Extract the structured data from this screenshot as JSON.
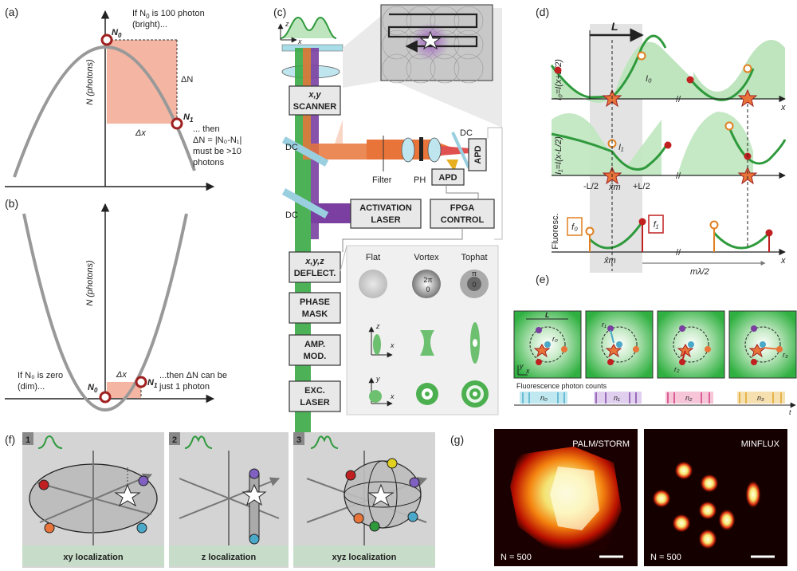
{
  "colors": {
    "green": "#2e9a3c",
    "lightgreen": "#bfe5bf",
    "red": "#b02020",
    "salmon": "#f3b8a8",
    "purple": "#7a3fa0",
    "orange": "#e8743a",
    "cyan": "#4aa8c8"
  },
  "panel_a": {
    "tag": "(a)",
    "ylabel": "N (photons)",
    "n0": "N",
    "n0sub": "0",
    "n1": "N",
    "n1sub": "1",
    "dN": "ΔN",
    "dx": "Δx",
    "note1": [
      "If N",
      "0",
      " is 100 photon"
    ],
    "note1b": "(bright)...",
    "note2a": "... then",
    "note2b": "ΔN = |N₀-N₁|",
    "note2c": "must be >10",
    "note2d": "photons"
  },
  "panel_b": {
    "tag": "(b)",
    "ylabel": "N (photons)",
    "n0": "N",
    "n0sub": "0",
    "n1": "N",
    "n1sub": "1",
    "dx": "Δx",
    "note1a": "If N₀ is zero",
    "note1b": "(dim)...",
    "note2a": "...then ΔN can be",
    "note2b": "just 1 photon"
  },
  "panel_c": {
    "tag": "(c)",
    "z": "z",
    "x": "x",
    "scanner": [
      "x,y",
      "SCANNER"
    ],
    "dc1": "DC",
    "dc2": "DC",
    "dc3": "DC",
    "filter": "Filter",
    "ph": "PH",
    "apd1": "APD",
    "apd2": "APD",
    "activation": [
      "ACTIVATION",
      "LASER"
    ],
    "fpga": [
      "FPGA",
      "CONTROL"
    ],
    "deflect": [
      "x,y,z",
      "DEFLECT."
    ],
    "phase": [
      "PHASE",
      "MASK"
    ],
    "amp": [
      "AMP.",
      "MOD."
    ],
    "exc": [
      "EXC.",
      "LASER"
    ],
    "flat": "Flat",
    "vortex": "Vortex",
    "tophat": "Tophat",
    "twopi": "2π",
    "zero1": "0",
    "pi": "π",
    "zero2": "0",
    "zlab": "z",
    "xlab": "x",
    "ylab": "y",
    "xlab2": "x"
  },
  "panel_d": {
    "tag": "(d)",
    "L": "L",
    "i0": "I₀",
    "i1": "I₁",
    "y0": "I₀=I(x+L/2)",
    "y1": "I₁=I(x-L/2)",
    "ylab3": "Fluoresc.",
    "x": "x",
    "mL": "-L/2",
    "pL": "+L/2",
    "xm": "x̂m",
    "xm2": "x̂m",
    "f0": "f₀",
    "f1": "f₁",
    "ml": "mλ/2"
  },
  "panel_e": {
    "tag": "(e)",
    "L": "L",
    "r0": "r₀",
    "r1": "r₁",
    "r2": "r₂",
    "r3": "r₃",
    "y": "y",
    "x": "x",
    "counts": "Fluorescence photon counts",
    "n0": "n₀",
    "n1": "n₁",
    "n2": "n₂",
    "n3": "n₃",
    "t": "t"
  },
  "panel_f": {
    "tag": "(f)",
    "s1": "1",
    "s2": "2",
    "s3": "3",
    "c1": "xy localization",
    "c2": "z localization",
    "c3": "xyz localization"
  },
  "panel_g": {
    "tag": "(g)",
    "left": "PALM/STORM",
    "right": "MINFLUX",
    "n1": "N = 500",
    "n2": "N = 500"
  }
}
